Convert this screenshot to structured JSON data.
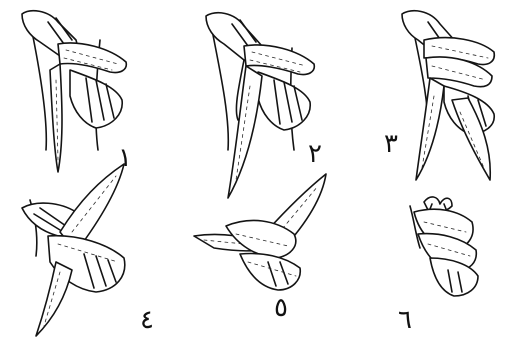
{
  "steps": [
    {
      "number": "١"
    },
    {
      "number": "٢"
    },
    {
      "number": "٣"
    },
    {
      "number": "٤"
    },
    {
      "number": "٥"
    },
    {
      "number": "٦"
    }
  ]
}
